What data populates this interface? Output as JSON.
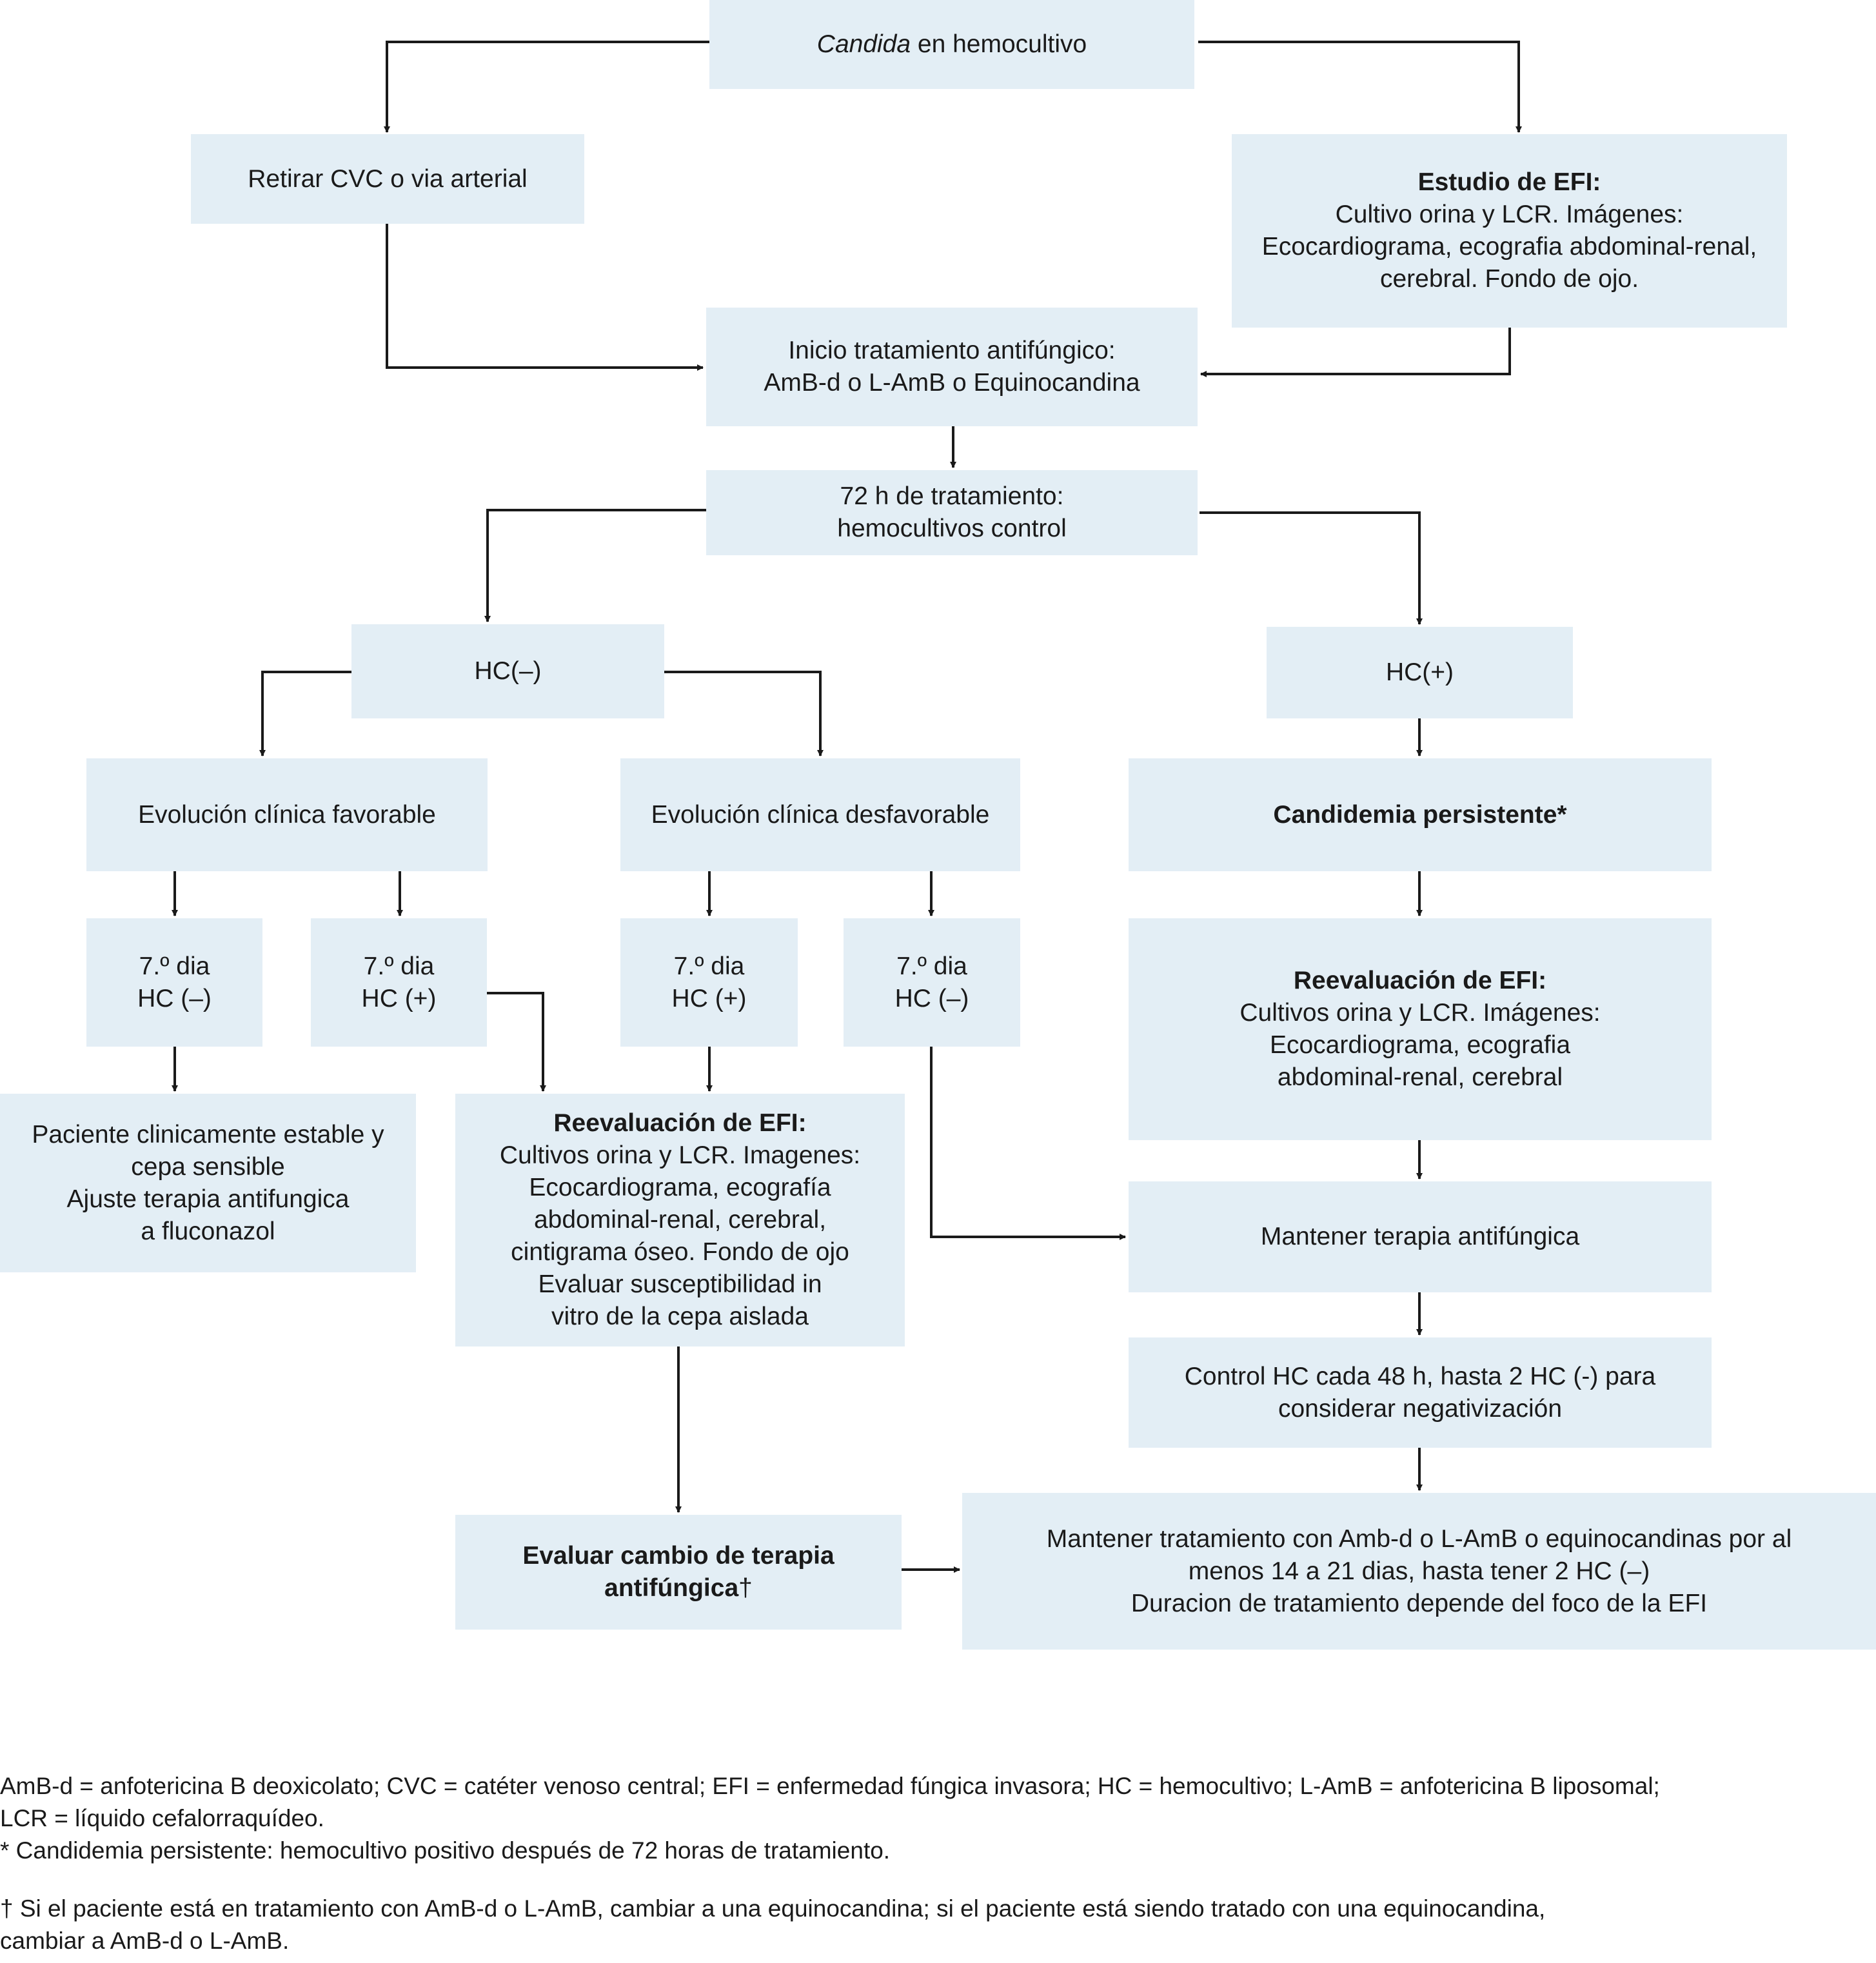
{
  "nodes": {
    "root": {
      "italic": "Candida",
      "text": " en hemocultivo"
    },
    "retirar": {
      "lines": [
        "Retirar CVC o via arterial"
      ]
    },
    "estudio": {
      "title": "Estudio de EFI:",
      "lines": [
        "Cultivo orina y LCR. Imágenes:",
        "Ecocardiograma, ecografia abdominal-renal,",
        "cerebral. Fondo de ojo."
      ]
    },
    "inicio": {
      "lines": [
        "Inicio tratamiento antifúngico:",
        "AmB-d o L-AmB o Equinocandina"
      ]
    },
    "h72": {
      "lines": [
        "72 h de tratamiento:",
        "hemocultivos control"
      ]
    },
    "hcneg": {
      "lines": [
        "HC(–)"
      ]
    },
    "hcpos": {
      "lines": [
        "HC(+)"
      ]
    },
    "favorable": {
      "lines": [
        "Evolución clínica favorable"
      ]
    },
    "desfavorable": {
      "lines": [
        "Evolución clínica desfavorable"
      ]
    },
    "persistente": {
      "title": "Candidemia persistente*"
    },
    "d7a": {
      "lines": [
        "7.º dia",
        "HC (–)"
      ]
    },
    "d7b": {
      "lines": [
        "7.º dia",
        "HC (+)"
      ]
    },
    "d7c": {
      "lines": [
        "7.º dia",
        "HC (+)"
      ]
    },
    "d7d": {
      "lines": [
        "7.º dia",
        "HC (–)"
      ]
    },
    "estable": {
      "lines": [
        "Paciente clinicamente estable y",
        "cepa sensible",
        "Ajuste terapia antifungica",
        "a fluconazol"
      ]
    },
    "reeval_mid": {
      "title": "Reevaluación de EFI:",
      "lines": [
        "Cultivos orina y LCR. Imagenes:",
        "Ecocardiograma, ecografía",
        "abdominal-renal, cerebral,",
        "cintigrama óseo. Fondo de ojo",
        "Evaluar susceptibilidad in",
        "vitro de la cepa aislada"
      ]
    },
    "reeval_right": {
      "title": "Reevaluación de EFI:",
      "lines": [
        "Cultivos orina y LCR. Imágenes:",
        "Ecocardiograma, ecografia",
        "abdominal-renal, cerebral"
      ]
    },
    "mantener": {
      "lines": [
        "Mantener terapia antifúngica"
      ]
    },
    "control": {
      "lines": [
        "Control HC cada 48 h, hasta 2 HC (-) para",
        "considerar negativización"
      ]
    },
    "evaluar": {
      "title": "Evaluar cambio de terapia",
      "title2": "antifúngica",
      "dagger": "†"
    },
    "final": {
      "lines": [
        "Mantener tratamiento con Amb-d o L-AmB o equinocandinas por al",
        "menos 14 a 21 dias, hasta tener 2 HC (–)",
        "Duracion de tratamiento depende del foco de la EFI"
      ]
    }
  },
  "legend": {
    "abbr_1": "AmB-d = anfotericina B deoxicolato; CVC = catéter venoso central; EFI = enfermedad fúngica invasora; HC = hemocultivo; L-AmB = anfotericina B liposomal;",
    "abbr_2": "LCR = líquido cefalorraquídeo.",
    "note_star": "* Candidemia persistente: hemocultivo positivo después de 72 horas de tratamiento.",
    "note_dagger_1": "†  Si el paciente está en tratamiento con AmB-d o L-AmB, cambiar a una equinocandina; si el paciente está siendo tratado con una equinocandina,",
    "note_dagger_2": "cambiar a AmB-d o L-AmB."
  },
  "colors": {
    "box_fill": "#e3eef5",
    "line": "#1a1a1a"
  }
}
